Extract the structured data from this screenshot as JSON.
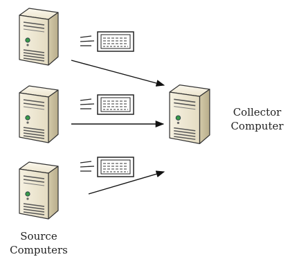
{
  "diagram": {
    "source_label": {
      "line1": "Source",
      "line2": "Computers"
    },
    "collector_label": {
      "line1": "Collector",
      "line2": "Computer"
    },
    "source_servers": [
      {
        "icon": "server-icon"
      },
      {
        "icon": "server-icon"
      },
      {
        "icon": "server-icon"
      }
    ],
    "event_messages": [
      {
        "icon": "document-icon"
      },
      {
        "icon": "document-icon"
      },
      {
        "icon": "document-icon"
      }
    ],
    "collector_server": {
      "icon": "server-icon"
    },
    "colors": {
      "server_body": "#efe8d4",
      "server_side": "#c9bf9f",
      "server_outline": "#333333",
      "led": "#3a9a4a",
      "arrow": "#111111"
    }
  }
}
